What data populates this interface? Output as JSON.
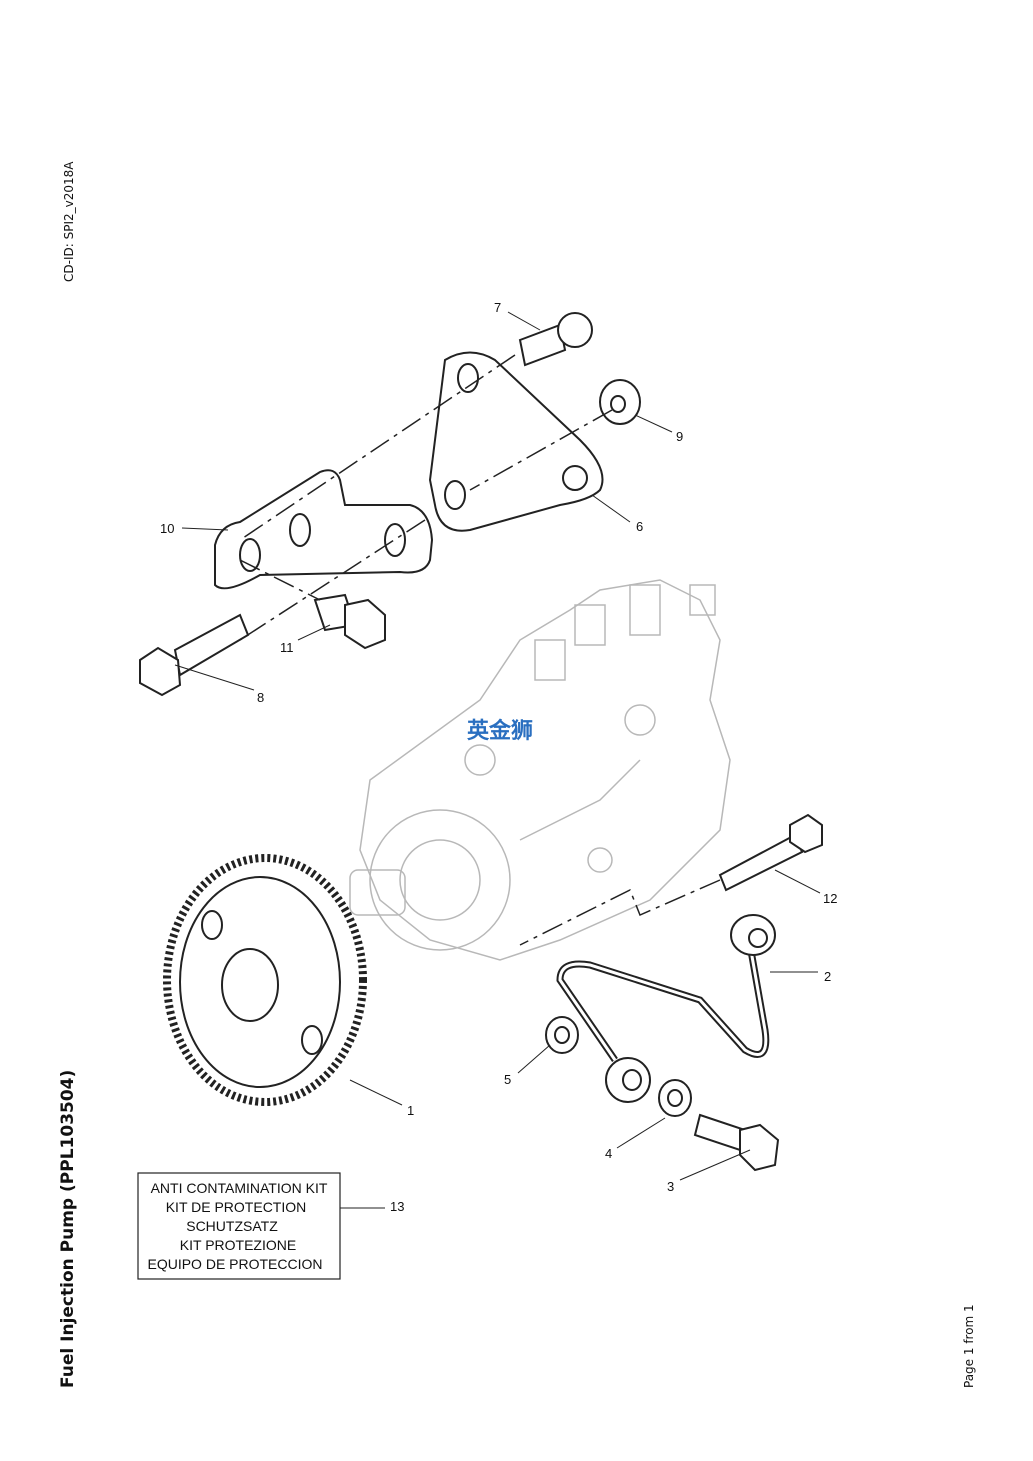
{
  "document": {
    "cd_id": "CD-ID: SPI2_v2018A",
    "title": "Fuel Injection Pump (PPL103504)",
    "page": "Page 1 from 1",
    "watermark": "英金狮"
  },
  "callouts": [
    "1",
    "2",
    "3",
    "4",
    "5",
    "6",
    "7",
    "8",
    "9",
    "10",
    "11",
    "12",
    "13"
  ],
  "kit_box": {
    "lines": [
      "ANTI CONTAMINATION KIT",
      "KIT DE PROTECTION",
      "SCHUTZSATZ",
      "KIT PROTEZIONE",
      "EQUIPO DE PROTECCION"
    ]
  }
}
